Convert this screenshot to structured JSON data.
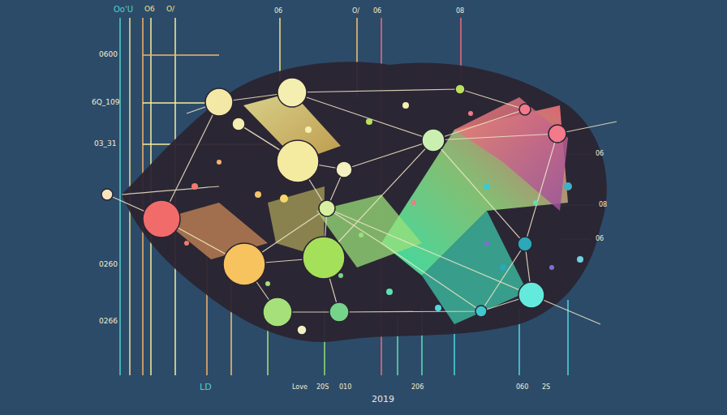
{
  "diagram": {
    "labels": [
      "Oo'U",
      "O6",
      "O/",
      "0600",
      "6Q_109",
      "03_31",
      "0260",
      "0266",
      "LD",
      "Love",
      "20S",
      "010",
      "2019",
      "206",
      "060",
      "2S",
      "06",
      "O/",
      "06",
      "08",
      "06",
      "08",
      "06"
    ]
  }
}
